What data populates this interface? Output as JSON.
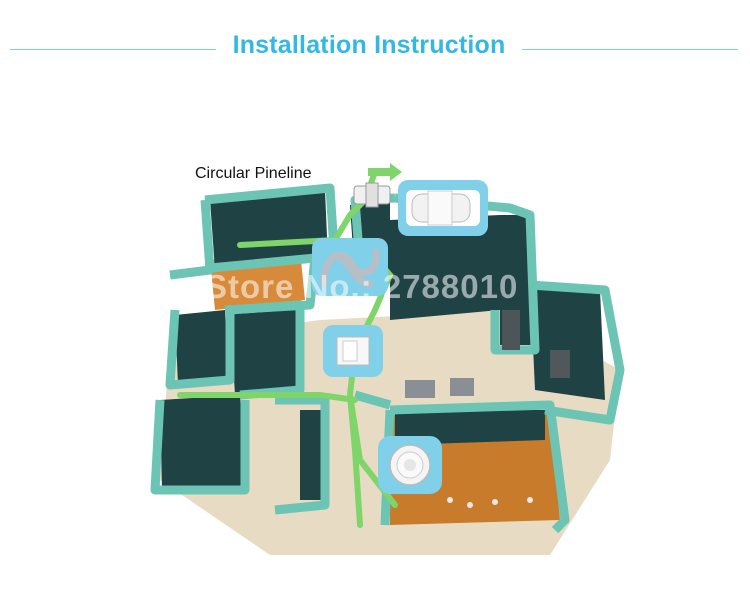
{
  "header": {
    "title": "Installation Instruction"
  },
  "illustration": {
    "pipe_label": "Circular Pineline",
    "watermark": "Store No.: 2788010",
    "icons": [
      "inline-duct-fan-icon",
      "flexible-duct-icon",
      "y-connector-icon",
      "ceiling-vent-icon",
      "airflow-arrow-icon"
    ]
  }
}
